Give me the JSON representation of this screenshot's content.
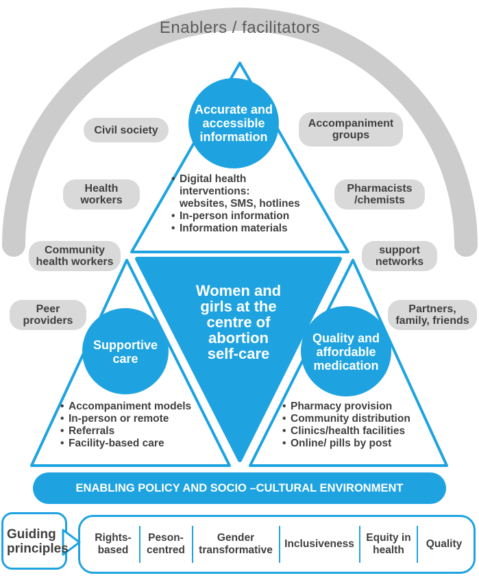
{
  "arc_title": "Enablers / facilitators",
  "enablers": {
    "civil_society": "Civil society",
    "accompaniment_groups": "Accompaniment\ngroups",
    "health_workers": "Health\nworkers",
    "pharmacists": "Pharmacists\n/chemists",
    "community_health_workers": "Community\nhealth workers",
    "support_networks": "support\nnetworks",
    "peer_providers": "Peer\nproviders",
    "partners_family": "Partners,\nfamily, friends"
  },
  "top": {
    "circle": "Accurate and\naccessible\ninformation",
    "bullets": [
      "Digital health",
      "interventions:",
      "websites, SMS, hotlines",
      "In-person information",
      "Information materials"
    ]
  },
  "center": "Women and\ngirls at the\ncentre of\nabortion\nself-care",
  "left": {
    "circle": "Supportive\ncare",
    "bullets": [
      "Accompaniment models",
      "In-person or remote",
      "Referrals",
      "Facility-based care"
    ]
  },
  "right": {
    "circle": "Quality and\naffordable\nmedication",
    "bullets": [
      "Pharmacy provision",
      "Community distribution",
      "Clinics/health facilities",
      "Online/ pills by post"
    ]
  },
  "banner": "ENABLING POLICY AND SOCIO –CULTURAL ENVIRONMENT",
  "guiding_title": "Guiding\nprinciples",
  "principles": [
    "Rights-\nbased",
    "Peson-\ncentred",
    "Gender\ntransformative",
    "Inclusiveness",
    "Equity in\nhealth",
    "Quality"
  ],
  "colors": {
    "blue": "#1ea3e0",
    "grey_arc": "#cccccc",
    "pill": "#d9d9d9",
    "text": "#3f3f3f"
  }
}
